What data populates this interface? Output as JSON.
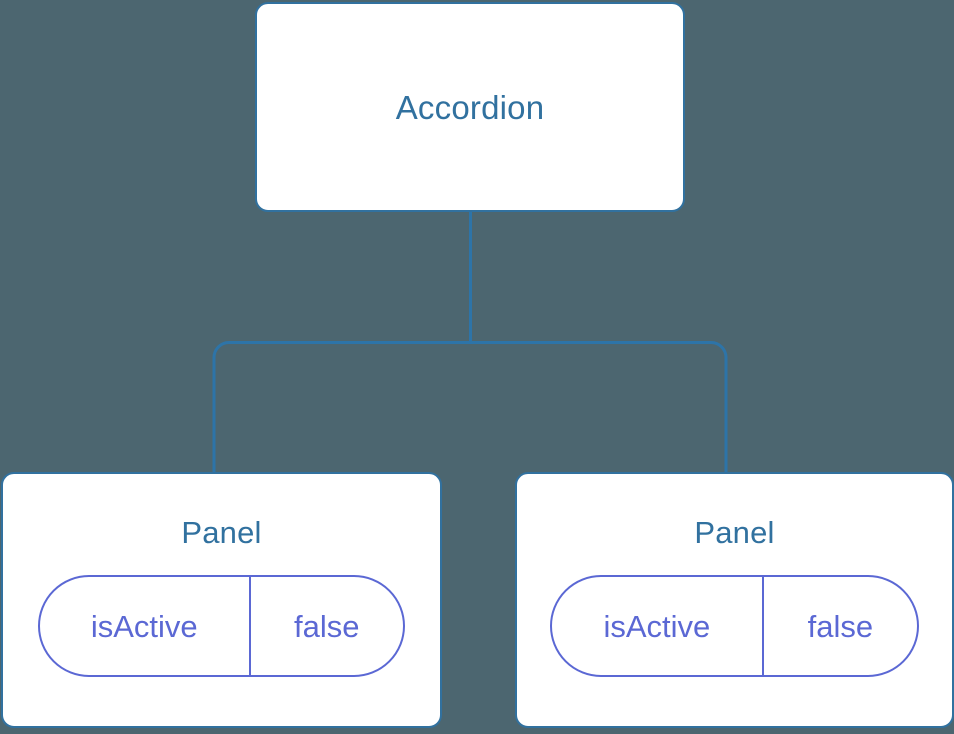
{
  "diagram": {
    "type": "component-tree",
    "background_color": "#4c6670",
    "node_border_color": "#31719f",
    "node_title_color": "#31719f",
    "node_fill_color": "#ffffff",
    "prop_color": "#5b68d4",
    "edge_color": "#2d74a8"
  },
  "root": {
    "title": "Accordion"
  },
  "children": [
    {
      "title": "Panel",
      "prop_key": "isActive",
      "prop_value": "false"
    },
    {
      "title": "Panel",
      "prop_key": "isActive",
      "prop_value": "false"
    }
  ]
}
